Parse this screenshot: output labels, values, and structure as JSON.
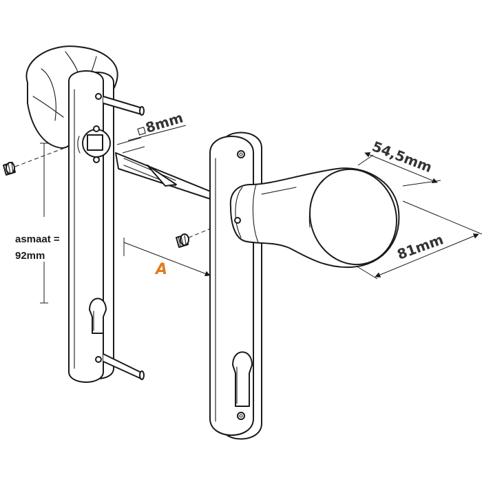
{
  "labels": {
    "spindle_size": "8mm",
    "knob_depth": "54,5mm",
    "knob_width": "81mm",
    "distance_a": "A",
    "asmaat_line1": "asmaat =",
    "asmaat_line2": "92mm"
  },
  "colors": {
    "outline": "#1a1a1a",
    "dimension_text": "#333333",
    "accent_a": "#e07a1f",
    "background": "#ffffff"
  },
  "icons": {
    "square_symbol": "square-spindle-icon"
  }
}
